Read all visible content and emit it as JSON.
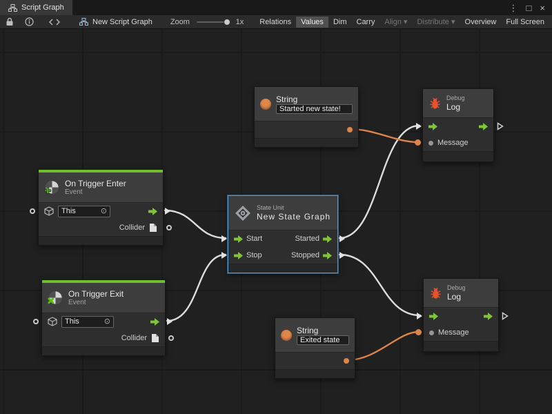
{
  "tab": {
    "title": "Script Graph"
  },
  "window_controls": {
    "menu": "⋮",
    "layout": "□",
    "close": "×"
  },
  "toolbar": {
    "graph_name": "New Script Graph",
    "zoom_label": "Zoom",
    "zoom_value": "1x",
    "caret": "▾",
    "buttons": {
      "relations": "Relations",
      "values": "Values",
      "dim": "Dim",
      "carry": "Carry",
      "align": "Align",
      "distribute": "Distribute",
      "overview": "Overview",
      "fullscreen": "Full Screen"
    }
  },
  "icons": {
    "target_picker": "⊙"
  },
  "nodes": {
    "string_top": {
      "title": "String",
      "value": "Started new state!"
    },
    "debug_top": {
      "kind": "Debug",
      "title": "Log",
      "message": "Message"
    },
    "trigger_enter": {
      "title": "On Trigger Enter",
      "subtitle": "Event",
      "target": "This",
      "output": "Collider"
    },
    "state_unit": {
      "kind": "State Unit",
      "title": "New State Graph",
      "in1": "Start",
      "in2": "Stop",
      "out1": "Started",
      "out2": "Stopped"
    },
    "trigger_exit": {
      "title": "On Trigger Exit",
      "subtitle": "Event",
      "target": "This",
      "output": "Collider"
    },
    "string_bottom": {
      "title": "String",
      "value": "Exited state"
    },
    "debug_bottom": {
      "kind": "Debug",
      "title": "Log",
      "message": "Message"
    }
  },
  "colors": {
    "accent_green": "#7ec636",
    "string_orange": "#dd8549",
    "selection_blue": "#4a9edd",
    "bug_red": "#e8502e"
  }
}
